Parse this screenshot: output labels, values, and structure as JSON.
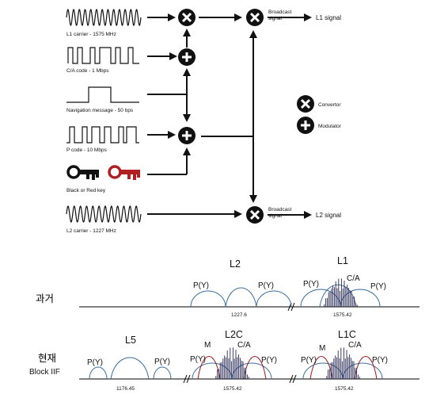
{
  "signal_diagram": {
    "inputs": {
      "l1_carrier": "L1 carrier - 1575 MHz",
      "ca_code": "C/A code - 1 Mbps",
      "nav_message": "Navigation message - 50 bps",
      "p_code": "P code - 10 Mbps",
      "key": "Black or Red key",
      "l2_carrier": "L2 carrier - 1227 MHz"
    },
    "outputs": {
      "broadcast_l1": "Broadcast signal",
      "l1_signal": "L1 signal",
      "broadcast_l2": "Broadcast signal",
      "l2_signal": "L2 signal"
    },
    "legend": {
      "convertor": "Convertor",
      "modulator": "Modulator"
    },
    "colors": {
      "red_key": "#b02020",
      "black_key": "#111111"
    }
  },
  "spectrum": {
    "past": {
      "row_label": "과거",
      "bands": [
        {
          "name": "L2",
          "freq": "1227.6",
          "labels": [
            "P(Y)",
            "P(Y)"
          ]
        },
        {
          "name": "L1",
          "freq": "1575.42",
          "labels": [
            "P(Y)",
            "C/A",
            "P(Y)"
          ]
        }
      ]
    },
    "present": {
      "row_label_line1": "현재",
      "row_label_line2": "Block IIF",
      "bands": [
        {
          "name": "L5",
          "freq": "1176.45",
          "labels": [
            "P(Y)",
            "P(Y)"
          ]
        },
        {
          "name": "L2C",
          "freq": "1575.42",
          "labels": [
            "M",
            "C/A",
            "P(Y)",
            "P(Y)"
          ]
        },
        {
          "name": "L1C",
          "freq": "1575.42",
          "labels": [
            "M",
            "C/A",
            "P(Y)",
            "P(Y)"
          ]
        }
      ]
    },
    "colors": {
      "p_lobe": "#3b6fa0",
      "m_lobe": "#9b1c1c"
    }
  }
}
